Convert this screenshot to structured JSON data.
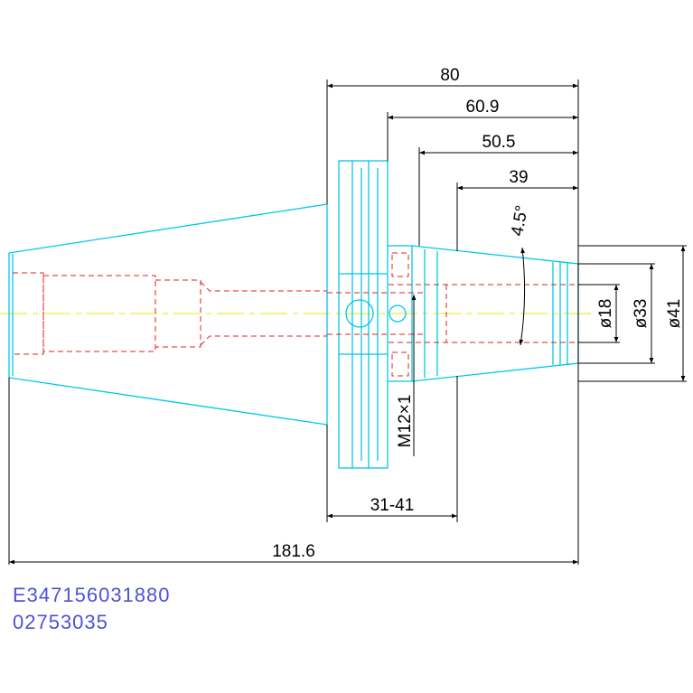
{
  "drawing": {
    "dimensions": {
      "length_80": "80",
      "length_60_9": "60.9",
      "length_50_5": "50.5",
      "length_39": "39",
      "angle": "4.5°",
      "dia_18": "ø18",
      "dia_33": "ø33",
      "dia_41": "ø41",
      "thread": "M12×1",
      "range": "31-41",
      "overall": "181.6"
    },
    "part_codes": {
      "line1": "E347156031880",
      "line2": "02753035"
    },
    "colors": {
      "outline": "#00c8e8",
      "hidden": "#e02020",
      "centerline": "#e8e800",
      "dimension": "#000000",
      "code_text": "#5050d8"
    }
  }
}
